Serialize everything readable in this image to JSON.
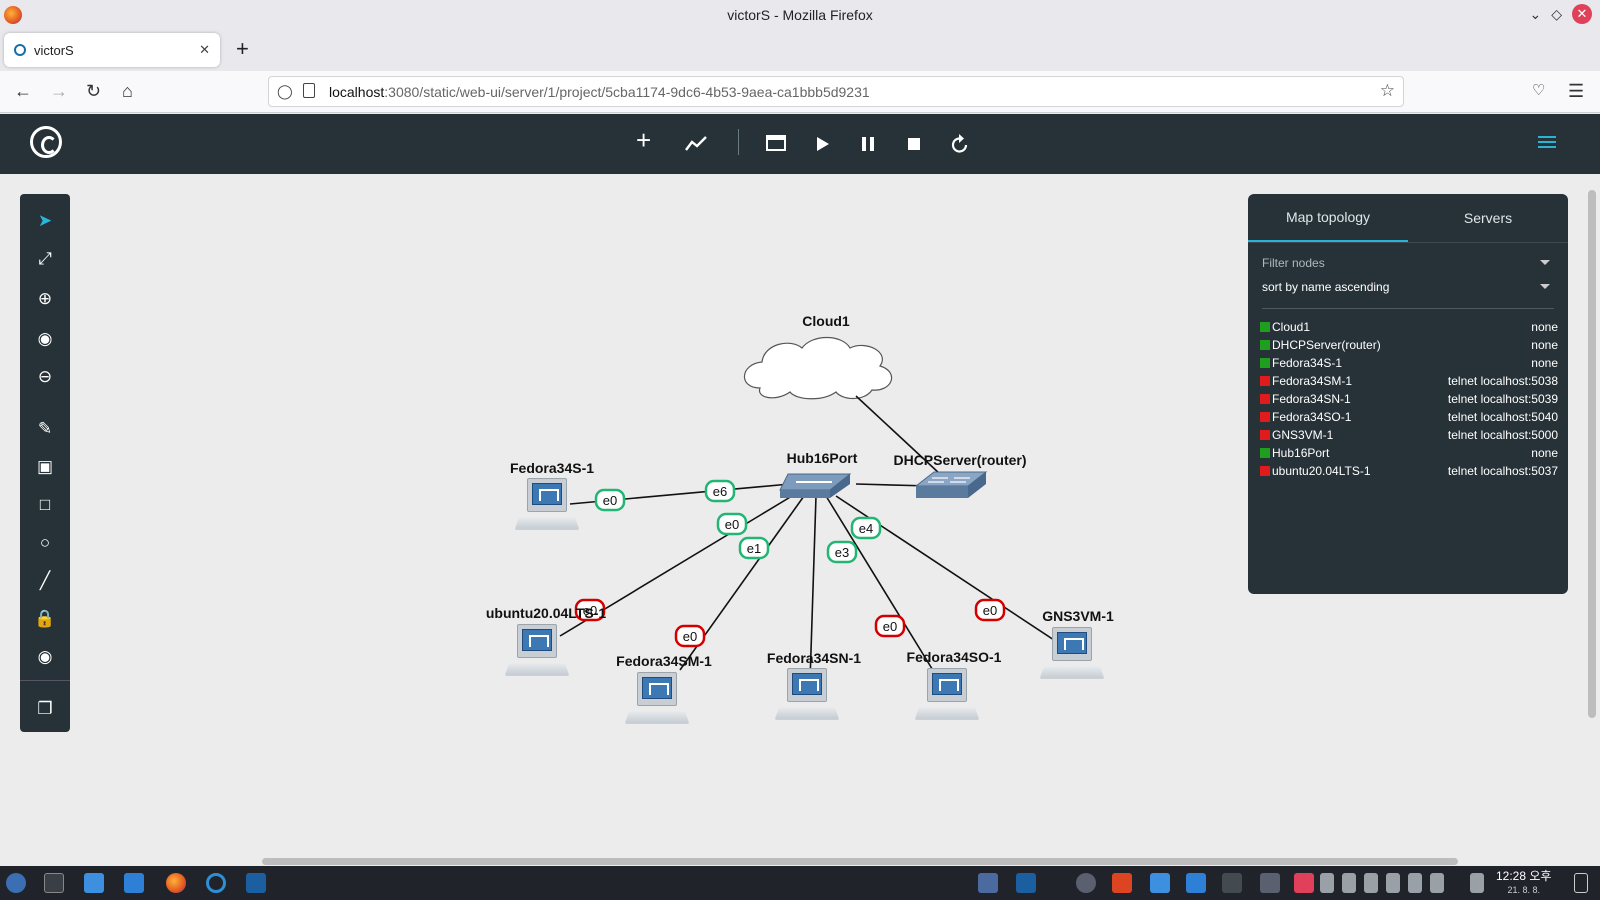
{
  "window": {
    "title": "victorS - Mozilla Firefox"
  },
  "browser": {
    "tab_title": "victorS",
    "url_host": "localhost",
    "url_rest": ":3080/static/web-ui/server/1/project/5cba1174-9dc6-4b53-9aea-ca1bbb5d9231"
  },
  "colors": {
    "accent": "#2bb3d4",
    "toolbar": "#263238",
    "status_up": "#1f9e1f",
    "status_down": "#e01b1b",
    "link_up": "#22b573",
    "link_down": "#d40000"
  },
  "right_panel": {
    "tabs": [
      "Map topology",
      "Servers"
    ],
    "filter_placeholder": "Filter nodes",
    "sort_value": "sort by name ascending",
    "nodes": [
      {
        "name": "Cloud1",
        "console": "none",
        "status": "up"
      },
      {
        "name": "DHCPServer(router)",
        "console": "none",
        "status": "up"
      },
      {
        "name": "Fedora34S-1",
        "console": "none",
        "status": "up"
      },
      {
        "name": "Fedora34SM-1",
        "console": "telnet localhost:5038",
        "status": "down"
      },
      {
        "name": "Fedora34SN-1",
        "console": "telnet localhost:5039",
        "status": "down"
      },
      {
        "name": "Fedora34SO-1",
        "console": "telnet localhost:5040",
        "status": "down"
      },
      {
        "name": "GNS3VM-1",
        "console": "telnet localhost:5000",
        "status": "down"
      },
      {
        "name": "Hub16Port",
        "console": "none",
        "status": "up"
      },
      {
        "name": "ubuntu20.04LTS-1",
        "console": "telnet localhost:5037",
        "status": "down"
      }
    ]
  },
  "topology": {
    "cloud": "Cloud1",
    "hub": "Hub16Port",
    "router": "DHCPServer(router)",
    "pcs": [
      "Fedora34S-1",
      "ubuntu20.04LTS-1",
      "Fedora34SM-1",
      "Fedora34SN-1",
      "Fedora34SO-1",
      "GNS3VM-1"
    ],
    "port_labels": [
      "e0",
      "e6",
      "e0",
      "e1",
      "e3",
      "e4",
      "e0",
      "e0",
      "e0",
      "e0"
    ]
  },
  "taskbar": {
    "time": "12:28 오후",
    "date": "21. 8. 8."
  }
}
